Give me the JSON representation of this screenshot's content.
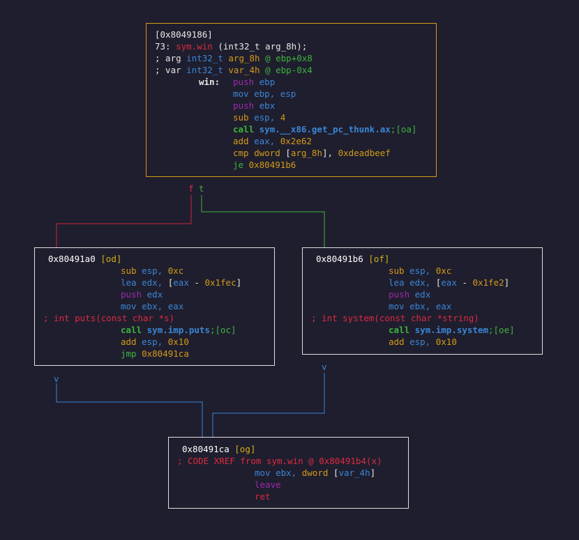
{
  "colors": {
    "background": "#1f1e2e",
    "entry_border": "#d49a18",
    "block_border": "#e0e0e0",
    "false_edge": "#c8283c",
    "true_edge": "#3cb43c",
    "jump_edge": "#3a86d6"
  },
  "entry": {
    "header": "[0x8049186]",
    "sig_num": "73:",
    "sig_name": "sym.win",
    "sig_args": "(int32_t arg_8h);",
    "arg_kw": "; arg",
    "arg_type": "int32_t",
    "arg_name": "arg_8h",
    "arg_loc": "@ ebp+0x8",
    "var_kw": "; var",
    "var_type": "int32_t",
    "var_name": "var_4h",
    "var_loc": "@ ebp-0x4",
    "label": "win:",
    "i1_op": "push",
    "i1_a": "ebp",
    "i2_op": "mov",
    "i2_a": "ebp,",
    "i2_b": "esp",
    "i3_op": "push",
    "i3_a": "ebx",
    "i4_op": "sub",
    "i4_a": "esp,",
    "i4_b": "4",
    "i5_op": "call",
    "i5_a": "sym.__x86.get_pc_thunk.ax",
    "i5_b": ";[oa]",
    "i6_op": "add",
    "i6_a": "eax,",
    "i6_b": "0x2e62",
    "i7_op": "cmp",
    "i7_a": "dword",
    "i7_b": "[",
    "i7_c": "arg_8h",
    "i7_d": "],",
    "i7_e": "0xdeadbeef",
    "i8_op": "je",
    "i8_a": "0x80491b6"
  },
  "edge_labels": {
    "false": "f",
    "true": "t",
    "v_left": "v",
    "v_right": "v"
  },
  "block_od": {
    "addr": "0x80491a0",
    "tag": "[od]",
    "i1_op": "sub",
    "i1_a": "esp,",
    "i1_b": "0xc",
    "i2_op": "lea",
    "i2_a": "edx,",
    "i2_b": "[",
    "i2_c": "eax",
    "i2_d": "-",
    "i2_e": "0x1fec",
    "i2_f": "]",
    "i3_op": "push",
    "i3_a": "edx",
    "i4_op": "mov",
    "i4_a": "ebx,",
    "i4_b": "eax",
    "comment": "; int puts(const char *s)",
    "i5_op": "call",
    "i5_a": "sym.imp.puts",
    "i5_b": ";[oc]",
    "i6_op": "add",
    "i6_a": "esp,",
    "i6_b": "0x10",
    "i7_op": "jmp",
    "i7_a": "0x80491ca"
  },
  "block_of": {
    "addr": "0x80491b6",
    "tag": "[of]",
    "i1_op": "sub",
    "i1_a": "esp,",
    "i1_b": "0xc",
    "i2_op": "lea",
    "i2_a": "edx,",
    "i2_b": "[",
    "i2_c": "eax",
    "i2_d": "-",
    "i2_e": "0x1fe2",
    "i2_f": "]",
    "i3_op": "push",
    "i3_a": "edx",
    "i4_op": "mov",
    "i4_a": "ebx,",
    "i4_b": "eax",
    "comment": "; int system(const char *string)",
    "i5_op": "call",
    "i5_a": "sym.imp.system",
    "i5_b": ";[oe]",
    "i6_op": "add",
    "i6_a": "esp,",
    "i6_b": "0x10"
  },
  "block_og": {
    "addr": "0x80491ca",
    "tag": "[og]",
    "comment": "; CODE XREF from sym.win @ 0x80491b4(x)",
    "i1_op": "mov",
    "i1_a": "ebx,",
    "i1_b": "dword",
    "i1_c": "[",
    "i1_d": "var_4h",
    "i1_e": "]",
    "i2_op": "leave",
    "i3_op": "ret"
  }
}
